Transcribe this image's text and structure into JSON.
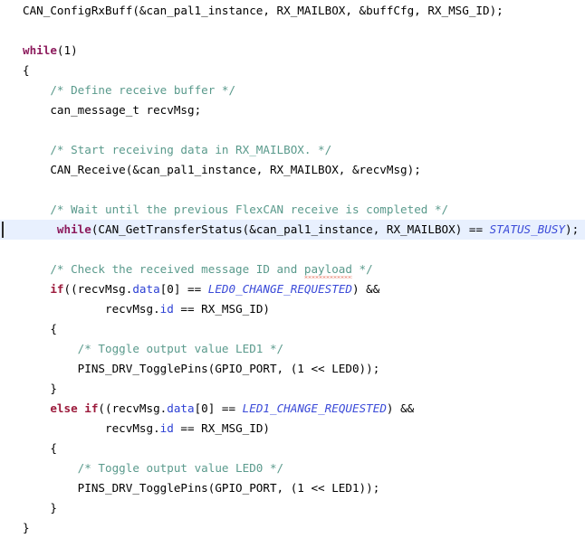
{
  "editor": {
    "language": "c",
    "colors": {
      "background": "#ffffff",
      "foreground": "#000000",
      "comment": "#5a9a8c",
      "keyword_loop": "#8c1a5c",
      "keyword_cond": "#9c1b3c",
      "macro_constant": "#3b4bd8",
      "struct_member": "#2b3fd4",
      "current_line_highlight": "#e8f0fe",
      "spell_error_underline": "#e04a2f",
      "caret": "#2b2b2b"
    },
    "current_line_number": 9,
    "lines": [
      {
        "id": "line-1",
        "indent": "",
        "blank": false,
        "highlighted": false,
        "tokens": [
          {
            "t": "plain",
            "v": "CAN_ConfigRxBuff(&can_pal1_instance, RX_MAILBOX, &buffCfg, RX_MSG_ID);"
          }
        ]
      },
      {
        "id": "line-2",
        "indent": "",
        "blank": true,
        "highlighted": false,
        "tokens": [
          {
            "t": "plain",
            "v": ""
          }
        ]
      },
      {
        "id": "line-3",
        "indent": "",
        "blank": false,
        "highlighted": false,
        "tokens": [
          {
            "t": "keyword",
            "v": "while"
          },
          {
            "t": "plain",
            "v": "(1)"
          }
        ]
      },
      {
        "id": "line-4",
        "indent": "",
        "blank": false,
        "highlighted": false,
        "tokens": [
          {
            "t": "plain",
            "v": "{"
          }
        ]
      },
      {
        "id": "line-5",
        "indent": "    ",
        "blank": false,
        "highlighted": false,
        "tokens": [
          {
            "t": "comment",
            "v": "/* Define receive buffer */"
          }
        ]
      },
      {
        "id": "line-6",
        "indent": "    ",
        "blank": false,
        "highlighted": false,
        "tokens": [
          {
            "t": "plain",
            "v": "can_message_t recvMsg;"
          }
        ]
      },
      {
        "id": "line-7",
        "indent": "",
        "blank": true,
        "highlighted": false,
        "tokens": [
          {
            "t": "plain",
            "v": ""
          }
        ]
      },
      {
        "id": "line-8",
        "indent": "    ",
        "blank": false,
        "highlighted": false,
        "tokens": [
          {
            "t": "comment",
            "v": "/* Start receiving data in RX_MAILBOX. */"
          }
        ]
      },
      {
        "id": "line-9",
        "indent": "    ",
        "blank": false,
        "highlighted": false,
        "tokens": [
          {
            "t": "plain",
            "v": "CAN_Receive(&can_pal1_instance, RX_MAILBOX, &recvMsg);"
          }
        ]
      },
      {
        "id": "line-10",
        "indent": "",
        "blank": true,
        "highlighted": false,
        "tokens": [
          {
            "t": "plain",
            "v": ""
          }
        ]
      },
      {
        "id": "line-11",
        "indent": "    ",
        "blank": false,
        "highlighted": false,
        "tokens": [
          {
            "t": "comment",
            "v": "/* Wait until the previous FlexCAN receive is completed */"
          }
        ]
      },
      {
        "id": "line-12",
        "indent": "     ",
        "blank": false,
        "highlighted": true,
        "tokens": [
          {
            "t": "keyword",
            "v": "while"
          },
          {
            "t": "plain",
            "v": "(CAN_GetTransferStatus(&can_pal1_instance, RX_MAILBOX) == "
          },
          {
            "t": "macro",
            "v": "STATUS_BUSY"
          },
          {
            "t": "plain",
            "v": ");"
          }
        ]
      },
      {
        "id": "line-13",
        "indent": "",
        "blank": true,
        "highlighted": false,
        "tokens": [
          {
            "t": "plain",
            "v": ""
          }
        ]
      },
      {
        "id": "line-14",
        "indent": "    ",
        "blank": false,
        "highlighted": false,
        "tokens": [
          {
            "t": "comment",
            "v": "/* Check the received message ID and "
          },
          {
            "t": "comment-error",
            "v": "payload"
          },
          {
            "t": "comment",
            "v": " */"
          }
        ]
      },
      {
        "id": "line-15",
        "indent": "    ",
        "blank": false,
        "highlighted": false,
        "tokens": [
          {
            "t": "keyword2",
            "v": "if"
          },
          {
            "t": "plain",
            "v": "((recvMsg."
          },
          {
            "t": "member",
            "v": "data"
          },
          {
            "t": "plain",
            "v": "[0] == "
          },
          {
            "t": "macro",
            "v": "LED0_CHANGE_REQUESTED"
          },
          {
            "t": "plain",
            "v": ") &&"
          }
        ]
      },
      {
        "id": "line-16",
        "indent": "            ",
        "blank": false,
        "highlighted": false,
        "tokens": [
          {
            "t": "plain",
            "v": "recvMsg."
          },
          {
            "t": "member",
            "v": "id"
          },
          {
            "t": "plain",
            "v": " == RX_MSG_ID)"
          }
        ]
      },
      {
        "id": "line-17",
        "indent": "    ",
        "blank": false,
        "highlighted": false,
        "tokens": [
          {
            "t": "plain",
            "v": "{"
          }
        ]
      },
      {
        "id": "line-18",
        "indent": "        ",
        "blank": false,
        "highlighted": false,
        "tokens": [
          {
            "t": "comment",
            "v": "/* Toggle output value LED1 */"
          }
        ]
      },
      {
        "id": "line-19",
        "indent": "        ",
        "blank": false,
        "highlighted": false,
        "tokens": [
          {
            "t": "plain",
            "v": "PINS_DRV_TogglePins(GPIO_PORT, (1 << LED0));"
          }
        ]
      },
      {
        "id": "line-20",
        "indent": "    ",
        "blank": false,
        "highlighted": false,
        "tokens": [
          {
            "t": "plain",
            "v": "}"
          }
        ]
      },
      {
        "id": "line-21",
        "indent": "    ",
        "blank": false,
        "highlighted": false,
        "tokens": [
          {
            "t": "keyword2",
            "v": "else if"
          },
          {
            "t": "plain",
            "v": "((recvMsg."
          },
          {
            "t": "member",
            "v": "data"
          },
          {
            "t": "plain",
            "v": "[0] == "
          },
          {
            "t": "macro",
            "v": "LED1_CHANGE_REQUESTED"
          },
          {
            "t": "plain",
            "v": ") &&"
          }
        ]
      },
      {
        "id": "line-22",
        "indent": "            ",
        "blank": false,
        "highlighted": false,
        "tokens": [
          {
            "t": "plain",
            "v": "recvMsg."
          },
          {
            "t": "member",
            "v": "id"
          },
          {
            "t": "plain",
            "v": " == RX_MSG_ID)"
          }
        ]
      },
      {
        "id": "line-23",
        "indent": "    ",
        "blank": false,
        "highlighted": false,
        "tokens": [
          {
            "t": "plain",
            "v": "{"
          }
        ]
      },
      {
        "id": "line-24",
        "indent": "        ",
        "blank": false,
        "highlighted": false,
        "tokens": [
          {
            "t": "comment",
            "v": "/* Toggle output value LED0 */"
          }
        ]
      },
      {
        "id": "line-25",
        "indent": "        ",
        "blank": false,
        "highlighted": false,
        "tokens": [
          {
            "t": "plain",
            "v": "PINS_DRV_TogglePins(GPIO_PORT, (1 << LED1));"
          }
        ]
      },
      {
        "id": "line-26",
        "indent": "    ",
        "blank": false,
        "highlighted": false,
        "tokens": [
          {
            "t": "plain",
            "v": "}"
          }
        ]
      },
      {
        "id": "line-27",
        "indent": "",
        "blank": false,
        "highlighted": false,
        "tokens": [
          {
            "t": "plain",
            "v": "}"
          }
        ]
      }
    ]
  }
}
